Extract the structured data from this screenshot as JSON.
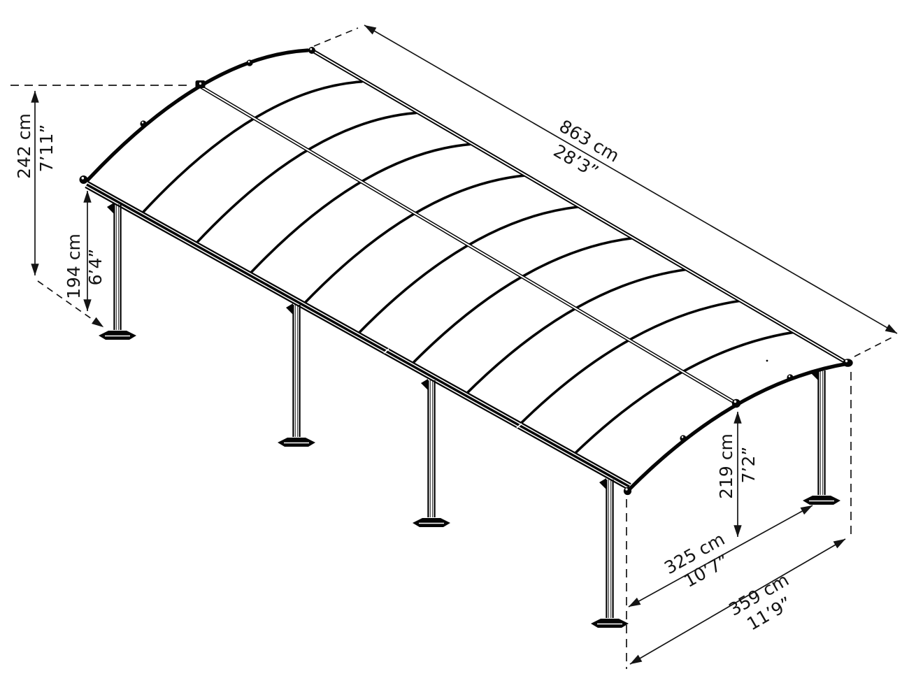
{
  "diagram": {
    "description": "Isometric dimension drawing of an arched carport canopy with posts",
    "background_color": "#ffffff",
    "line_color": "#050505",
    "label_color": "#141414"
  },
  "dimensions": {
    "overall_height": {
      "metric": "242 cm",
      "imperial": "7’11”"
    },
    "post_clearance_height": {
      "metric": "194 cm",
      "imperial": "6’4”"
    },
    "overall_length": {
      "metric": "863 cm",
      "imperial": "28’3”"
    },
    "end_arch_height": {
      "metric": "219 cm",
      "imperial": "7’2”"
    },
    "post_span_width": {
      "metric": "325 cm",
      "imperial": "10’7”"
    },
    "overall_width": {
      "metric": "359 cm",
      "imperial": "11’9”"
    }
  }
}
